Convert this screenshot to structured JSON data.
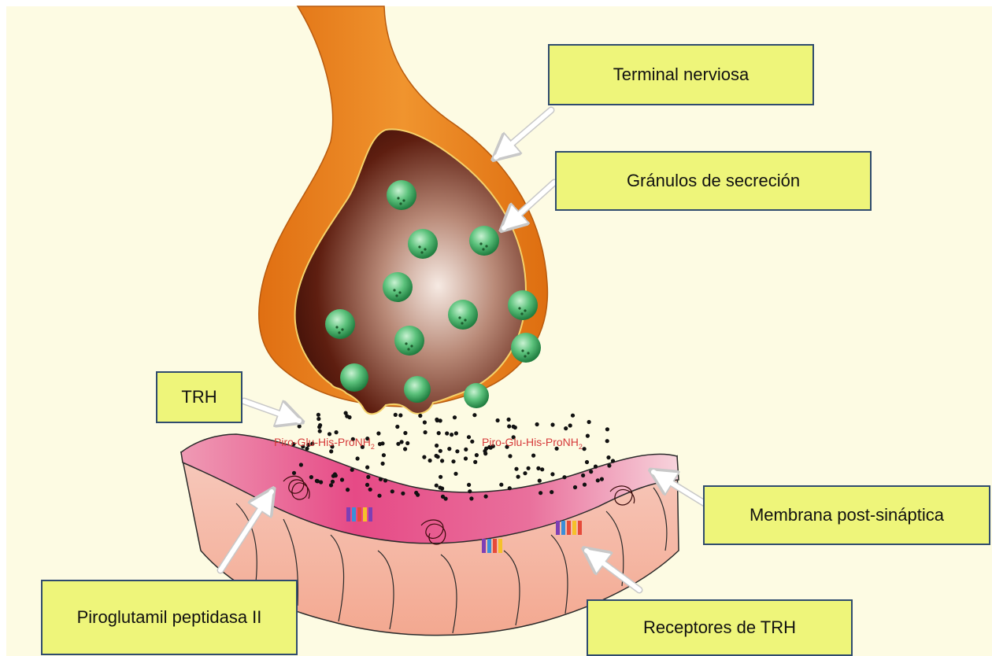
{
  "labels": {
    "terminal": "Terminal nerviosa",
    "granulos": "Gránulos de secreción",
    "trh": "TRH",
    "membrana": "Membrana post-sináptica",
    "piroglutamil": "Piroglutamil peptidasa II",
    "receptores": "Receptores de TRH"
  },
  "formula": {
    "text": "Piro-Glu-His-ProNH",
    "subscript": "2"
  },
  "colors": {
    "background": "#fdfbe3",
    "label_fill": "#eef57a",
    "label_border": "#2f4b6e",
    "terminal_orange": "#e6801f",
    "granule_green": "#3fae63",
    "membrane_pink": "#e64a86",
    "formula_red": "#d63a3a"
  }
}
